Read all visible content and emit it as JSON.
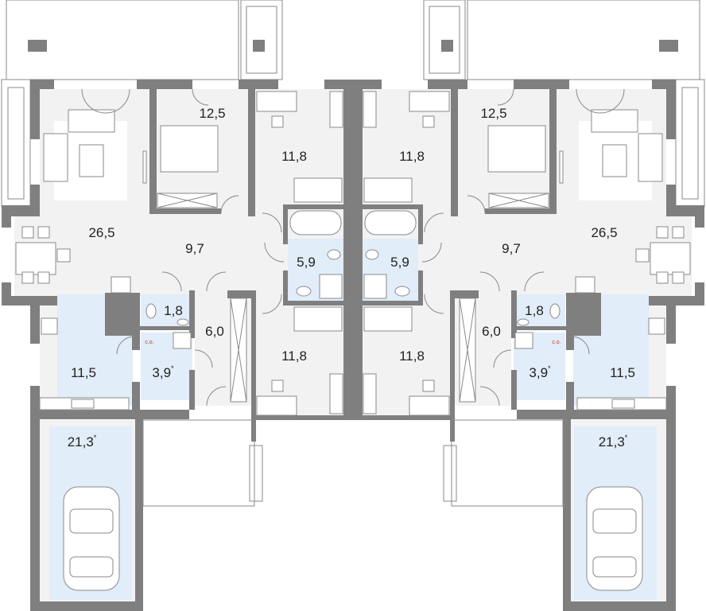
{
  "title": "Semi-detached house floor plan",
  "colors": {
    "wall": "#7f7f7f",
    "floor": "#f2f2f2",
    "wet_area": "#e1edf8"
  },
  "units": [
    {
      "side": "left",
      "rooms": {
        "living": "26,5",
        "bedroom": "12,5",
        "room_top": "11,8",
        "hall": "9,7",
        "bathroom": "5,9",
        "wc": "1,8",
        "vestibule": "6,0",
        "room_bottom": "11,8",
        "kitchen": "11,5",
        "boiler": "3,9",
        "boiler_note": "*",
        "garage": "21,3",
        "garage_note": "*",
        "boiler_tag": "c.o."
      }
    },
    {
      "side": "right",
      "rooms": {
        "living": "26,5",
        "bedroom": "12,5",
        "room_top": "11,8",
        "hall": "9,7",
        "bathroom": "5,9",
        "wc": "1,8",
        "vestibule": "6,0",
        "room_bottom": "11,8",
        "kitchen": "11,5",
        "boiler": "3,9",
        "boiler_note": "*",
        "garage": "21,3",
        "garage_note": "*",
        "boiler_tag": "c.o."
      }
    }
  ]
}
